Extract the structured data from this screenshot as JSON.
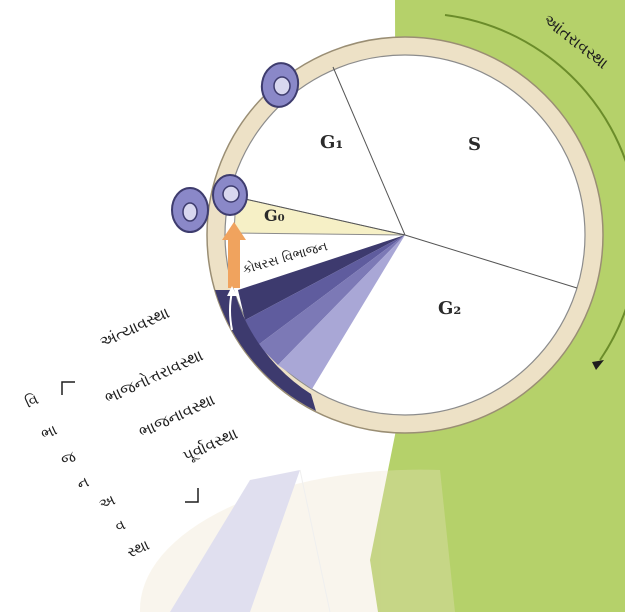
{
  "diagram": {
    "phases": {
      "g1": "G₁",
      "s": "S",
      "g2": "G₂",
      "g0": "G₀"
    },
    "interphase_label": "આંતરાવસ્થા",
    "cytokinesis_label": "કોષરસ વિભાજન",
    "mitosis_stages": [
      "અંત્યાવસ્થા",
      "ભાજનોત્તરાવસ્થા",
      "ભાજનાવસ્થા",
      "પૂર્વાવસ્થા"
    ],
    "mitosis_label_chars": [
      "વિ",
      "ભા",
      "જ",
      "ન",
      "અ",
      "વ",
      "સ્થા"
    ],
    "colors": {
      "interphase_bg": "#b5d16a",
      "ring": "#ede1c6",
      "g0_wedge": "#f6f0c6",
      "cytokinesis_arrow": "#f0a35e",
      "cell": "#8a88c8",
      "mitosis_dark": "#3d3a6e",
      "mitosis_mid": "#5f5c9e",
      "mitosis_light": "#a9a7d6"
    }
  }
}
